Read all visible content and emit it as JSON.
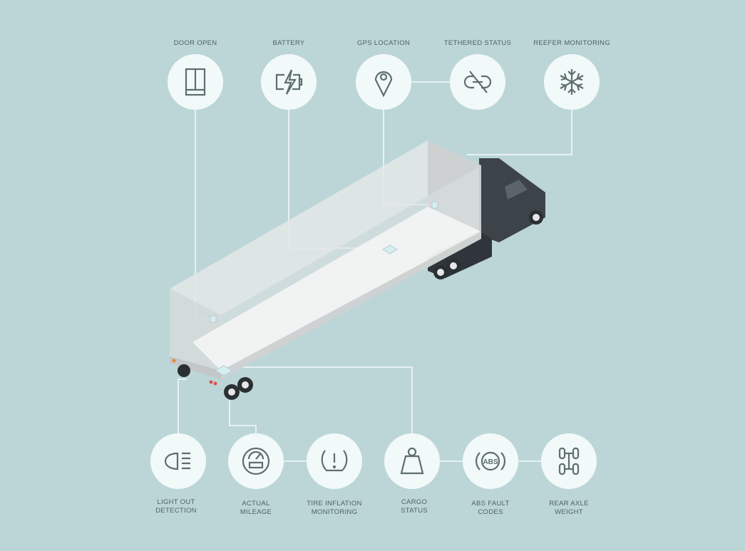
{
  "colors": {
    "background": "#bcd6d8",
    "circle": "#f2f9f9",
    "icon": "#5e6e6e",
    "cab": "#3d4449"
  },
  "top_features": [
    {
      "label": "DOOR OPEN",
      "icon": "door-icon"
    },
    {
      "label": "BATTERY",
      "icon": "battery-charging-icon"
    },
    {
      "label": "GPS LOCATION",
      "icon": "map-pin-icon"
    },
    {
      "label": "TETHERED STATUS",
      "icon": "unlinked-chain-icon"
    },
    {
      "label": "REEFER MONITORING",
      "icon": "snowflake-icon"
    }
  ],
  "bottom_features": [
    {
      "line1": "LIGHT OUT",
      "line2": "DETECTION",
      "icon": "headlight-icon"
    },
    {
      "line1": "ACTUAL",
      "line2": "MILEAGE",
      "icon": "odometer-icon"
    },
    {
      "line1": "TIRE INFLATION",
      "line2": "MONITORING",
      "icon": "tire-pressure-icon"
    },
    {
      "line1": "CARGO",
      "line2": "STATUS",
      "icon": "weight-icon"
    },
    {
      "line1": "ABS FAULT",
      "line2": "CODES",
      "icon": "abs-icon"
    },
    {
      "line1": "REAR AXLE",
      "line2": "WEIGHT",
      "icon": "axle-icon"
    }
  ]
}
